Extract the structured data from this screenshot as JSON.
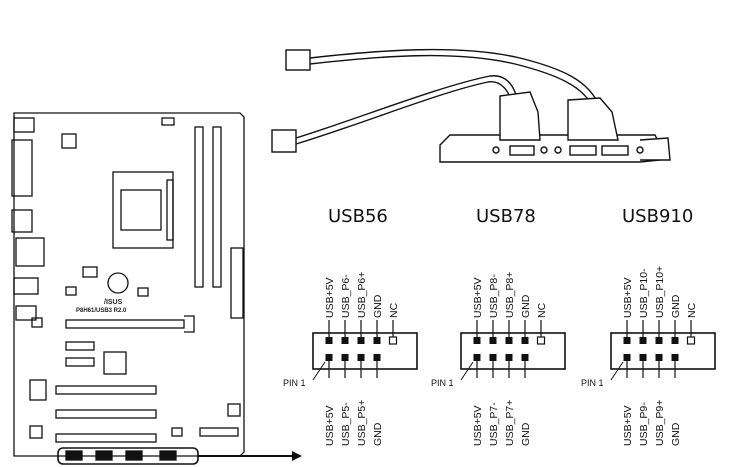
{
  "board": {
    "model_label": "P8H61/USB3 R2.0",
    "brand_label": "/ISUS"
  },
  "headers": [
    {
      "title": "USB56",
      "top_pins": [
        "USB+5V",
        "USB_P6-",
        "USB_P6+",
        "GND",
        "NC"
      ],
      "bottom_pins": [
        "USB+5V",
        "USB_P5-",
        "USB_P5+",
        "GND"
      ],
      "pin1_label": "PIN 1"
    },
    {
      "title": "USB78",
      "top_pins": [
        "USB+5V",
        "USB_P8-",
        "USB_P8+",
        "GND",
        "NC"
      ],
      "bottom_pins": [
        "USB+5V",
        "USB_P7-",
        "USB_P7+",
        "GND"
      ],
      "pin1_label": "PIN 1"
    },
    {
      "title": "USB910",
      "top_pins": [
        "USB+5V",
        "USB_P10-",
        "USB_P10+",
        "GND",
        "NC"
      ],
      "bottom_pins": [
        "USB+5V",
        "USB_P9-",
        "USB_P9+",
        "GND"
      ],
      "pin1_label": "PIN 1"
    }
  ]
}
